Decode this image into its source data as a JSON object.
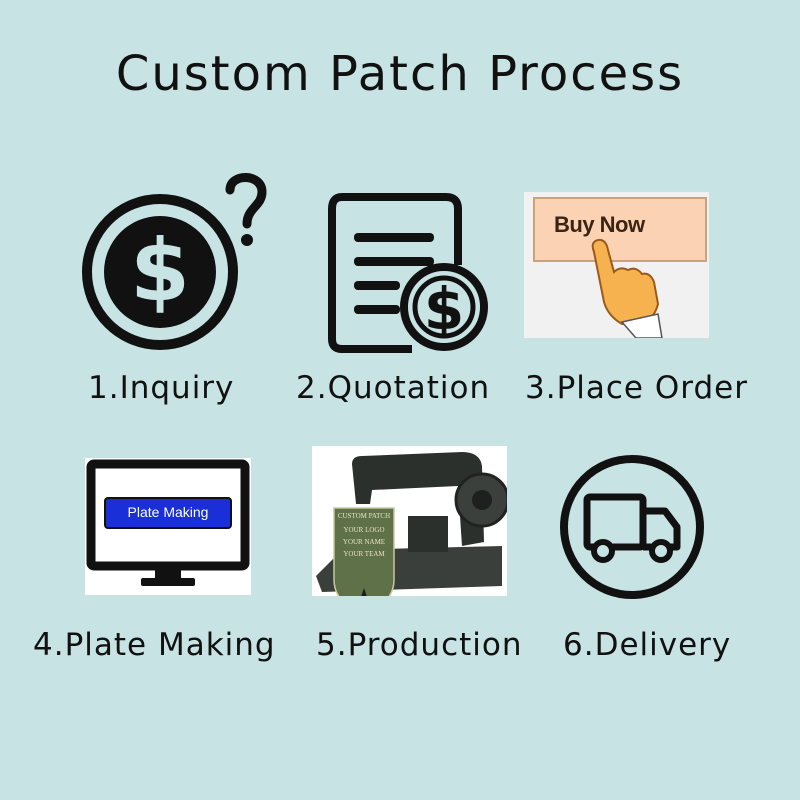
{
  "title": "Custom Patch Process",
  "steps": [
    {
      "label": "1.Inquiry",
      "icon": "dollar-question-icon"
    },
    {
      "label": "2.Quotation",
      "icon": "document-dollar-icon"
    },
    {
      "label": "3.Place Order",
      "icon": "buy-now-hand-icon",
      "image_text": "Buy Now"
    },
    {
      "label": "4.Plate Making",
      "icon": "monitor-icon",
      "image_text": "Plate Making"
    },
    {
      "label": "5.Production",
      "icon": "sewing-machine-icon",
      "image_text": [
        "CUSTOM PATCH",
        "YOUR LOGO",
        "YOUR NAME",
        "YOUR TEAM"
      ]
    },
    {
      "label": "6.Delivery",
      "icon": "delivery-truck-icon"
    }
  ],
  "colors": {
    "background": "#c7e3e4",
    "icon": "#111111",
    "buy_now_button": "#fbd3b4",
    "plate_button": "#1a2fd8",
    "patch_green": "#5e7148"
  }
}
